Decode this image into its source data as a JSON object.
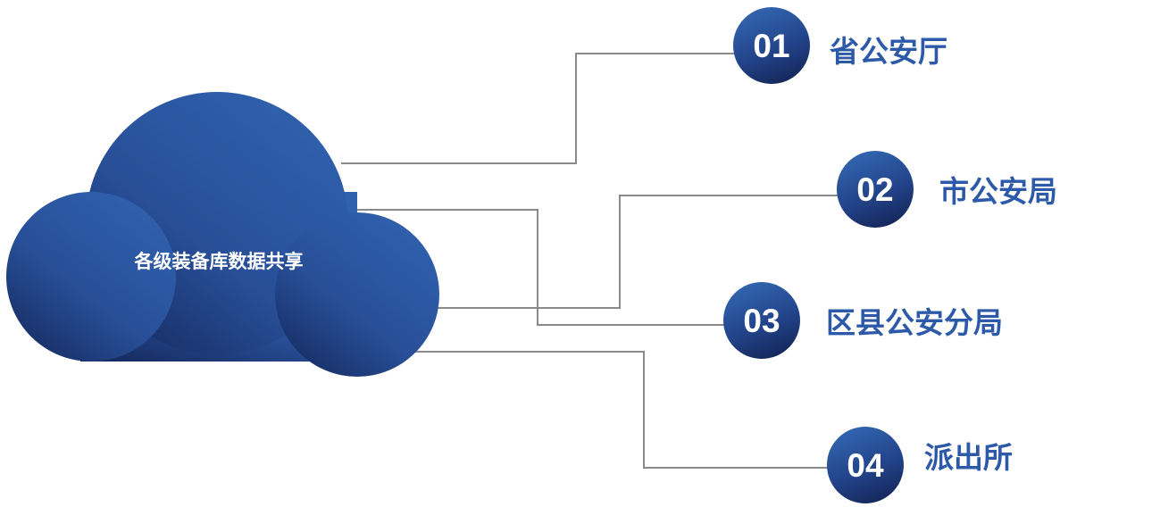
{
  "cloud": {
    "label": "各级装备库数据共享"
  },
  "nodes": [
    {
      "number": "01",
      "label": "省公安厅"
    },
    {
      "number": "02",
      "label": "市公安局"
    },
    {
      "number": "03",
      "label": "区县公安分局"
    },
    {
      "number": "04",
      "label": "派出所"
    }
  ],
  "colors": {
    "accent_text": "#2d5aa8",
    "gradient_light": "#2f5ea9",
    "gradient_dark": "#142659",
    "connector": "#8a8a8a"
  }
}
